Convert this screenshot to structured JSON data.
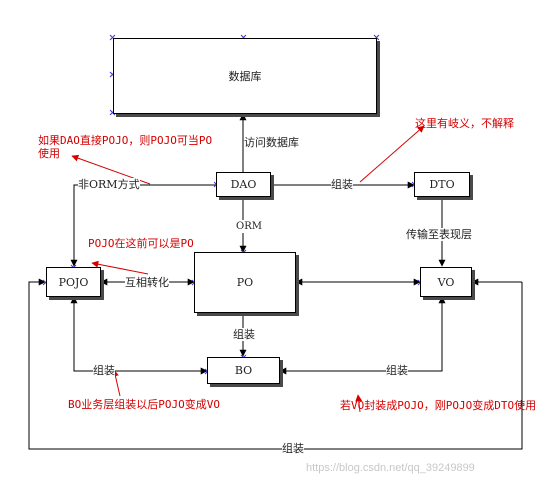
{
  "nodes": {
    "db": "数据库",
    "dao": "DAO",
    "dto": "DTO",
    "pojo": "POJO",
    "po": "PO",
    "vo": "VO",
    "bo": "BO"
  },
  "edges": {
    "access_db": "访问数据库",
    "non_orm": "非ORM方式",
    "assemble_dao_dto": "组装",
    "orm": "ORM",
    "transfer_to_view": "传输至表现层",
    "mutual_convert": "互相转化",
    "assemble_po_bo": "组装",
    "assemble_pojo_bo": "组装",
    "assemble_vo_bo": "组装",
    "assemble_bottom": "组装"
  },
  "notes": {
    "dao_pojo": "如果DAO直接POJO，则POJO可当PO使用",
    "ambiguity": "这里有岐义，不解释",
    "pojo_before": "POJO在这前可以是PO",
    "bo_after": "BO业务层组装以后POJO变成VO",
    "vo_pojo": "若VO封装成POJO，刚POJO变成DTO使用"
  },
  "watermark": "https://blog.csdn.net/qq_39249899"
}
